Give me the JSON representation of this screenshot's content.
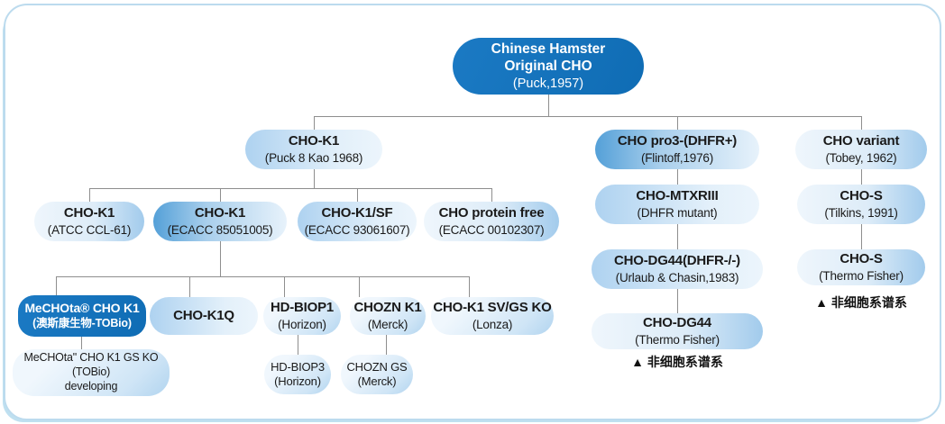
{
  "colors": {
    "accent_blue": "#1473bd",
    "node_gradient_strong": "#54a0d8",
    "node_gradient_light": "#cde4f6",
    "connector_gray": "#8e8e8e",
    "border_blue": "#bcdbee",
    "text_dark": "#1a1a1a"
  },
  "nodes": {
    "root": {
      "line1": "Chinese Hamster",
      "line2": "Original CHO",
      "line3": "(Puck,1957)"
    },
    "cho_k1_1968": {
      "title": "CHO-K1",
      "sub": "(Puck 8 Kao 1968)"
    },
    "cho_pro3": {
      "title": "CHO pro3-(DHFR+)",
      "sub": "(Flintoff,1976)"
    },
    "cho_variant": {
      "title": "CHO variant",
      "sub": "(Tobey, 1962)"
    },
    "cho_k1_atcc": {
      "title": "CHO-K1",
      "sub": "(ATCC CCL-61)"
    },
    "cho_k1_ecacc": {
      "title": "CHO-K1",
      "sub": "(ECACC 85051005)"
    },
    "cho_k1_sf": {
      "title": "CHO-K1/SF",
      "sub": "(ECACC 93061607)"
    },
    "cho_protein_free": {
      "title": "CHO protein free",
      "sub": "(ECACC 00102307)"
    },
    "cho_mtxriii": {
      "title": "CHO-MTXRIII",
      "sub": "(DHFR mutant)"
    },
    "cho_dg44_dhfr": {
      "title": "CHO-DG44(DHFR-/-)",
      "sub": "(Urlaub & Chasin,1983)"
    },
    "cho_dg44_thermo": {
      "title": "CHO-DG44",
      "sub": "(Thermo Fisher)"
    },
    "cho_s_tilkins": {
      "title": "CHO-S",
      "sub": "(Tilkins, 1991)"
    },
    "cho_s_thermo": {
      "title": "CHO-S",
      "sub": "(Thermo Fisher)"
    },
    "mechota": {
      "title": "MeCHOta® CHO K1",
      "sub": "(澳斯康生物-TOBio)"
    },
    "cho_k1q": {
      "title": "CHO-K1Q"
    },
    "hd_biop1": {
      "title": "HD-BIOP1",
      "sub": "(Horizon)"
    },
    "chozn_k1": {
      "title": "CHOZN K1",
      "sub": "(Merck)"
    },
    "cho_k1_svgs": {
      "title": "CHO-K1 SV/GS KO",
      "sub": "(Lonza)"
    },
    "mechota_gsko": {
      "line1": "MeCHOta\" CHO K1 GS KO",
      "line2": "(TOBio)",
      "line3": "developing"
    },
    "hd_biop3": {
      "title": "HD-BIOP3",
      "sub": "(Horizon)"
    },
    "chozn_gs": {
      "title": "CHOZN GS",
      "sub": "(Merck)"
    }
  },
  "notes": {
    "dg44_note": "▲ 非细胞系谱系",
    "chos_note": "▲ 非细胞系谱系"
  }
}
